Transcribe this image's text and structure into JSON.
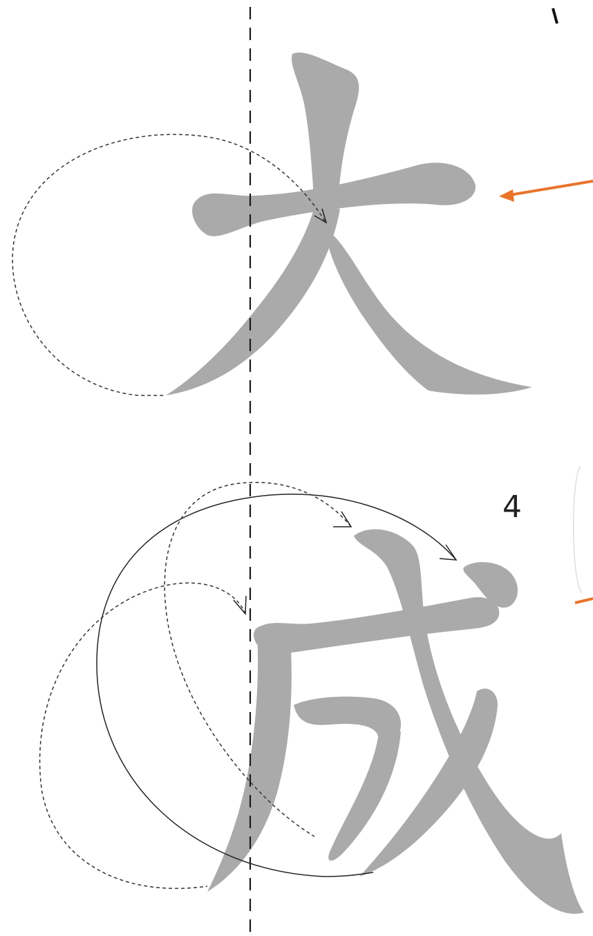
{
  "diagram": {
    "characters": [
      {
        "glyph": "大"
      },
      {
        "glyph": "成"
      }
    ],
    "step_label": "4",
    "colors": {
      "glyph": "#aaaaaa",
      "guide": "#1a1a1a",
      "pointer": "#e8742a",
      "trace": "#222222"
    }
  }
}
